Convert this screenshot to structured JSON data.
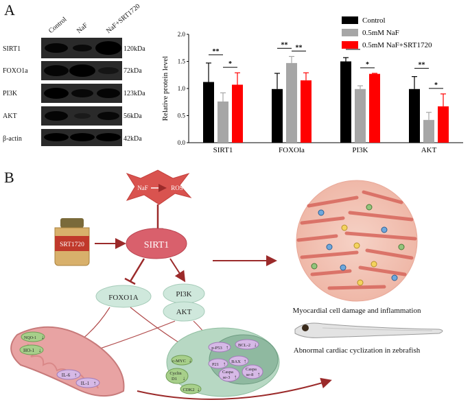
{
  "panel_a": {
    "label": "A",
    "blot": {
      "lanes": [
        "Control",
        "NaF",
        "NaF+SRT1720"
      ],
      "rows": [
        {
          "protein": "SIRT1",
          "kda": "120kDa"
        },
        {
          "protein": "FOXO1a",
          "kda": "72kDa"
        },
        {
          "protein": "PI3K",
          "kda": "123kDa"
        },
        {
          "protein": "AKT",
          "kda": "56kDa"
        },
        {
          "protein": "β-actin",
          "kda": "42kDa"
        }
      ]
    }
  },
  "chart_data": {
    "type": "bar",
    "categories": [
      "SIRT1",
      "FOXOla",
      "PI3K",
      "AKT"
    ],
    "series": [
      {
        "name": "Control",
        "color": "#000000",
        "values": [
          1.12,
          0.99,
          1.5,
          0.99
        ],
        "errors": [
          0.35,
          0.29,
          0.07,
          0.23
        ]
      },
      {
        "name": "0.5mM NaF",
        "color": "#a6a6a6",
        "values": [
          0.76,
          1.47,
          0.99,
          0.42
        ],
        "errors": [
          0.16,
          0.12,
          0.06,
          0.14
        ]
      },
      {
        "name": "0.5mM NaF+SRT1720",
        "color": "#ff0000",
        "values": [
          1.07,
          1.15,
          1.27,
          0.67
        ],
        "errors": [
          0.22,
          0.14,
          0.01,
          0.23
        ]
      }
    ],
    "ylabel": "Relative protein level",
    "ylim": [
      0,
      2.0
    ],
    "yticks": [
      "0.0",
      "0.5",
      "1.0",
      "1.5",
      "2.0"
    ],
    "significance": [
      {
        "category": "SIRT1",
        "pairs": [
          {
            "mark": "**"
          },
          {
            "mark": "*"
          }
        ]
      },
      {
        "category": "FOXOla",
        "pairs": [
          {
            "mark": "**"
          },
          {
            "mark": "**"
          }
        ]
      },
      {
        "category": "PI3K",
        "pairs": [
          {
            "mark": "**"
          },
          {
            "mark": "*"
          }
        ]
      },
      {
        "category": "AKT",
        "pairs": [
          {
            "mark": "**"
          },
          {
            "mark": "*"
          }
        ]
      }
    ],
    "legend_position": "top-right"
  },
  "panel_b": {
    "label": "B",
    "star_left": "NaF",
    "star_right": "ROS",
    "bottle_label": "SRT1720",
    "sirt1": "SIRT1",
    "foxo1a": "FOXO1A",
    "pi3k": "PI3K",
    "akt": "AKT",
    "mito": {
      "nqo1": "NQO-1",
      "ho1": "HO-1",
      "il6": "IL-6",
      "il1": "IL-1"
    },
    "cell": {
      "cmyc": "c-MYC",
      "cyclin_a": "Cyclin",
      "cyclin_b": "D1",
      "cdk2": "CDK2",
      "pp53": "p-P53",
      "bcl2": "BCL-2",
      "p21": "P21",
      "bax": "BAX",
      "casp3_a": "Caspa",
      "casp3_b": "se-3",
      "casp8_a": "Caspa",
      "casp8_b": "se-8"
    },
    "tissue_caption": "Myocardial cell damage and inflammation",
    "zebrafish_caption": "Abnormal cardiac cyclization in zebrafish",
    "colors": {
      "star": "#d9534f",
      "sirt1": "#d9606c",
      "pathway": "#cfe8dc",
      "arrow": "#9b2a2a",
      "mito": "#e8a3a3",
      "cell": "#9cc7ad"
    }
  }
}
